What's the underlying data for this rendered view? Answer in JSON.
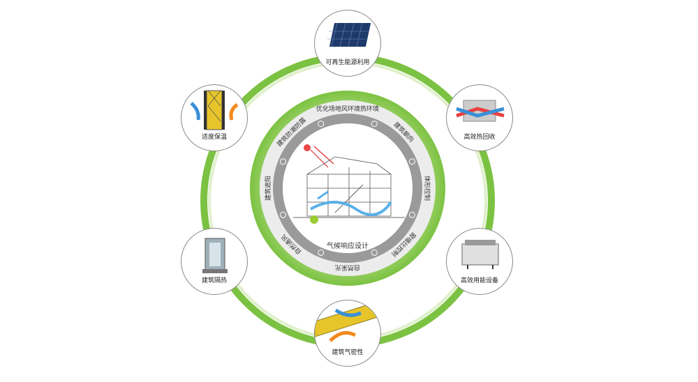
{
  "center": {
    "label": "气候响应设计"
  },
  "inner_ring": [
    {
      "id": "wind",
      "label": "优化场地风环境热环境"
    },
    {
      "id": "orientation",
      "label": "建筑朝向"
    },
    {
      "id": "form",
      "label": "体形控制"
    },
    {
      "id": "window-ratio",
      "label": "窗墙比控制"
    },
    {
      "id": "daylight",
      "label": "自然采光"
    },
    {
      "id": "ventilation",
      "label": "自然通风"
    },
    {
      "id": "shading",
      "label": "建筑遮阳"
    },
    {
      "id": "rain",
      "label": "建筑防潮防露"
    }
  ],
  "outer_nodes": [
    {
      "id": "renewable",
      "label": "可再生能源利用"
    },
    {
      "id": "heat-recovery",
      "label": "高效热回收"
    },
    {
      "id": "equipment",
      "label": "高效用能设备"
    },
    {
      "id": "airtight",
      "label": "建筑气密性"
    },
    {
      "id": "window-insulation",
      "label": "建筑隔热"
    },
    {
      "id": "insulation",
      "label": "适度保温"
    }
  ],
  "colors": {
    "green": "#7cc242",
    "green_light": "#b9df8c",
    "gray_ring": "#9a9a9a",
    "light_ring": "#d9d9d9"
  }
}
